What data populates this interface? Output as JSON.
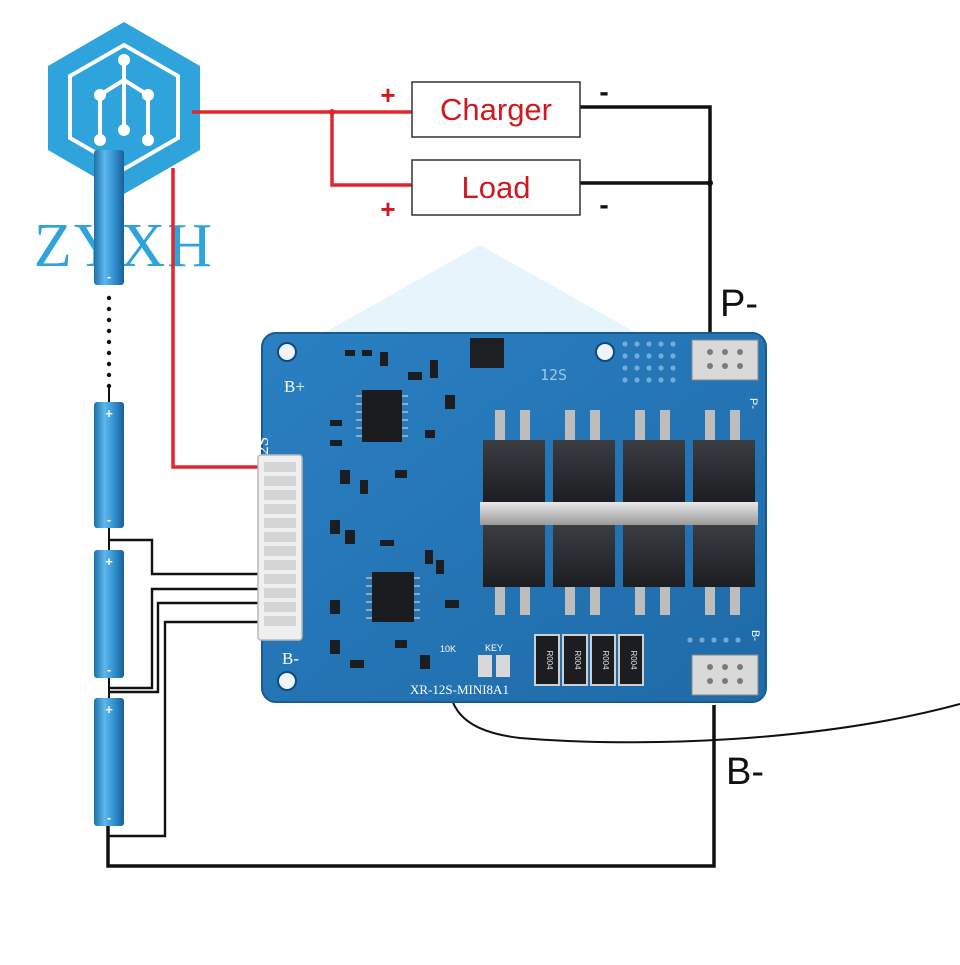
{
  "logo": {
    "text": "ZYXH",
    "icon": "circuit-hexagon-icon",
    "color": "#2ea3dc"
  },
  "boxes": {
    "charger": {
      "label": "Charger",
      "plus": "+",
      "minus": "-"
    },
    "load": {
      "label": "Load",
      "plus": "+",
      "minus": "-"
    }
  },
  "terminals": {
    "p_minus": "P-",
    "b_minus": "B-"
  },
  "battery": {
    "plus": "+",
    "minus": "-"
  },
  "board": {
    "b_plus": "B+",
    "b_minus": "B-",
    "series": "12S",
    "model": "XR-12S-MINI8A1",
    "top_silk": "12S",
    "ntc": "10K",
    "key": "KEY",
    "resistors": [
      "R004",
      "R004",
      "R004",
      "R004"
    ],
    "p_mark": "P-",
    "b_mark": "B-"
  },
  "colors": {
    "positive_wire": "#e3262b",
    "negative_wire": "#111111",
    "box_text": "#d0191f",
    "board_pcb": "#2577b8",
    "cell": "#3a9bd8"
  }
}
